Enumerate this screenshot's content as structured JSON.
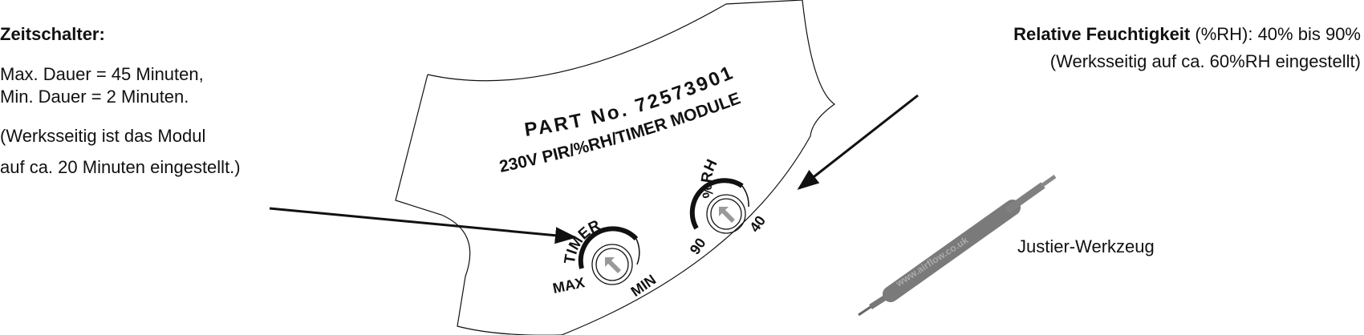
{
  "timer_info": {
    "title": "Zeitschalter:",
    "line1": "Max. Dauer = 45 Minuten,",
    "line2": "Min. Dauer = 2 Minuten.",
    "line3": "(Werksseitig ist das Modul",
    "line4": "auf ca. 20 Minuten eingestellt.)"
  },
  "humidity_info": {
    "title_bold": "Relative Feuchtigkeit",
    "title_rest": " (%RH): 40% bis 90%",
    "line2": "(Werksseitig auf ca. 60%RH eingestellt)"
  },
  "label": {
    "part_number": "PART No. 72573901",
    "module_name": "230V PIR/%RH/TIMER MODULE",
    "timer_dial": {
      "title": "TIMER",
      "max": "MAX",
      "min": "MIN"
    },
    "rh_dial": {
      "title": "%RH",
      "high": "90",
      "low": "40"
    }
  },
  "tool": {
    "caption": "Justier-Werkzeug",
    "engraving": "www.airflow.co.uk"
  },
  "colors": {
    "line": "#111111",
    "knob_arrow": "#999999",
    "tool": "#7a7a7a"
  }
}
